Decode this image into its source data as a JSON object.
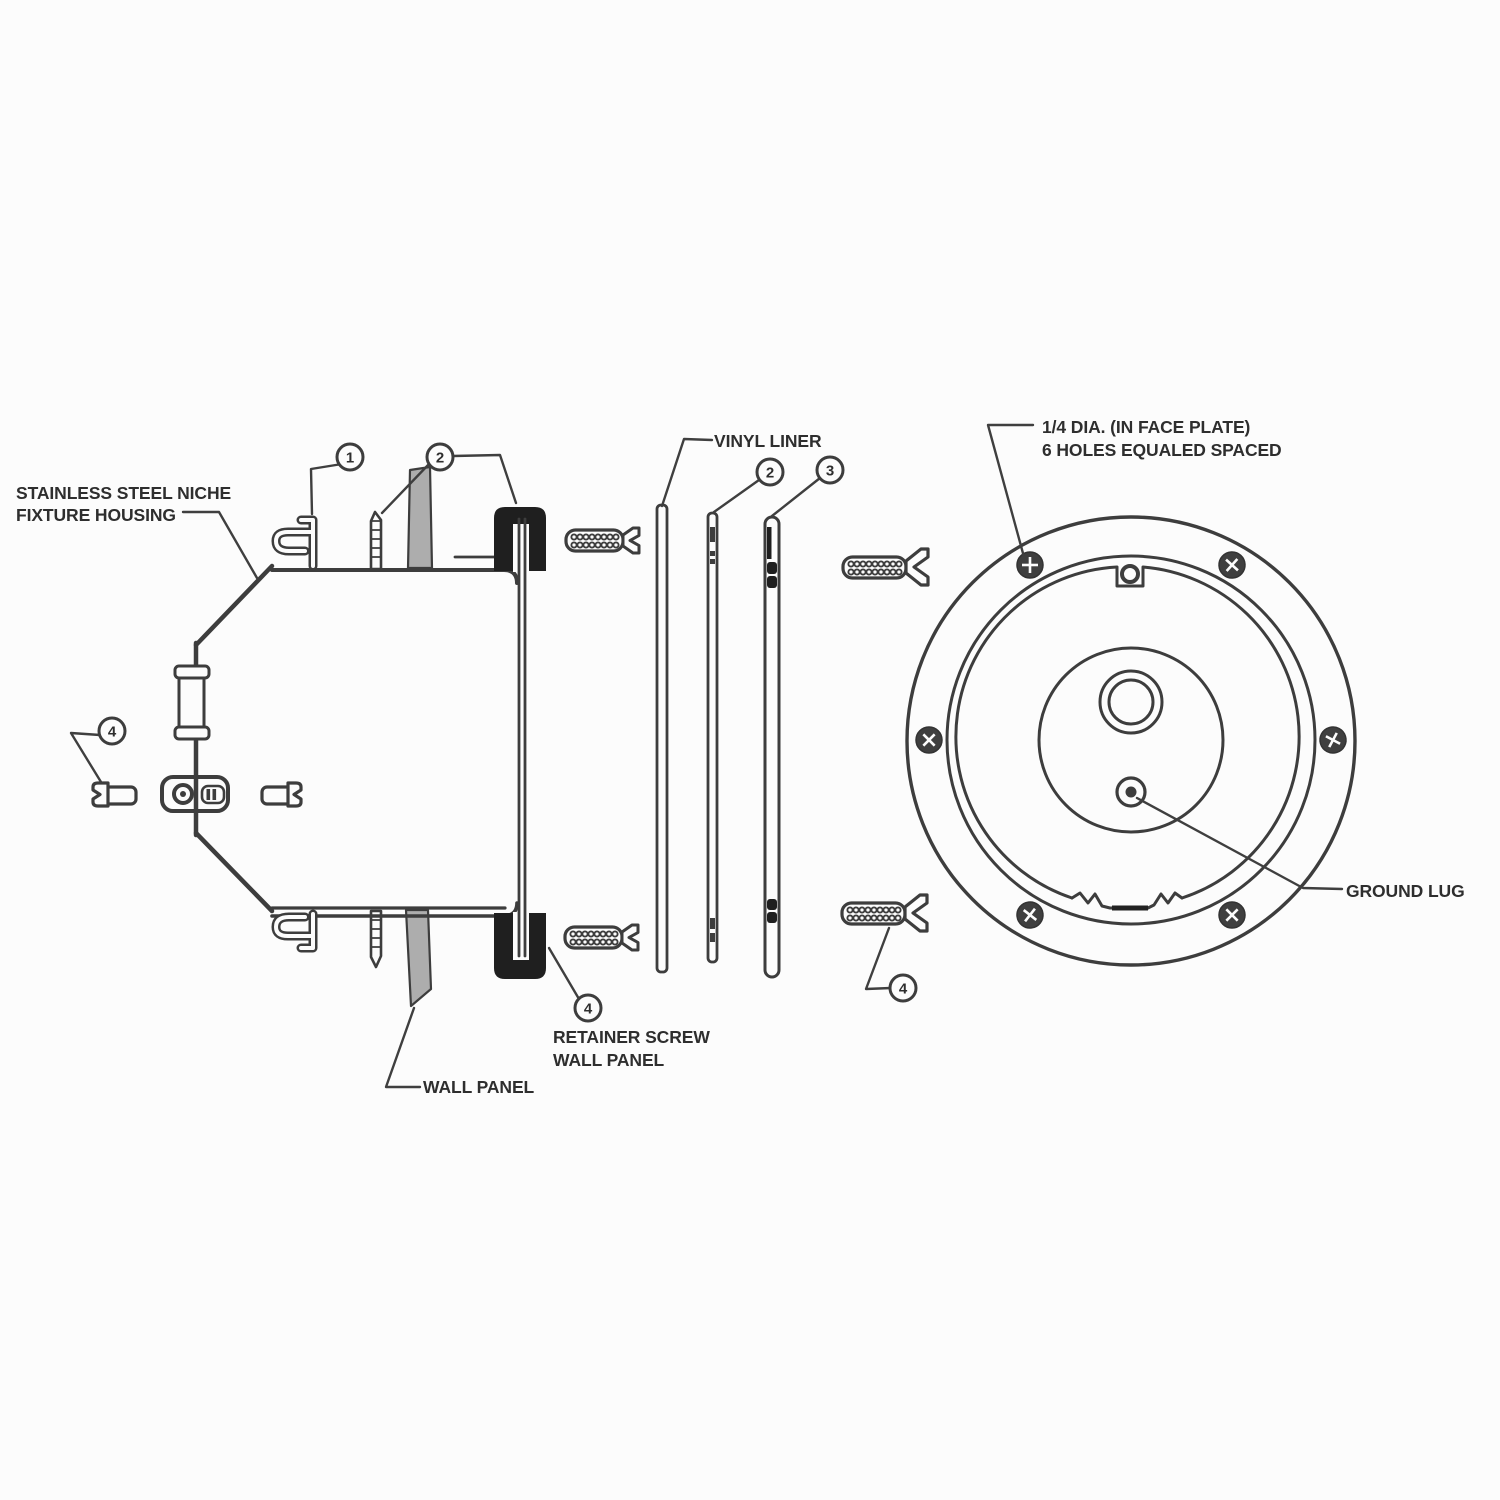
{
  "diagram": {
    "type": "exploded-parts-diagram",
    "subject": "pool light niche fixture assembly",
    "labels": {
      "housing1": "STAINLESS STEEL NICHE",
      "housing2": "FIXTURE HOUSING",
      "vinyl_liner": "VINYL LINER",
      "face_plate1": "1/4 DIA. (IN FACE PLATE)",
      "face_plate2": "6 HOLES EQUALED SPACED",
      "ground_lug": "GROUND LUG",
      "retainer1": "RETAINER SCREW",
      "retainer2": "WALL PANEL",
      "wall_panel": "WALL PANEL"
    },
    "callouts": {
      "one": "1",
      "two": "2",
      "three": "3",
      "four": "4"
    },
    "colors": {
      "line": "#3d3d3d",
      "black_fill": "#1f1f1f",
      "panel_gray": "#adadad",
      "background": "#fcfcfc"
    }
  }
}
